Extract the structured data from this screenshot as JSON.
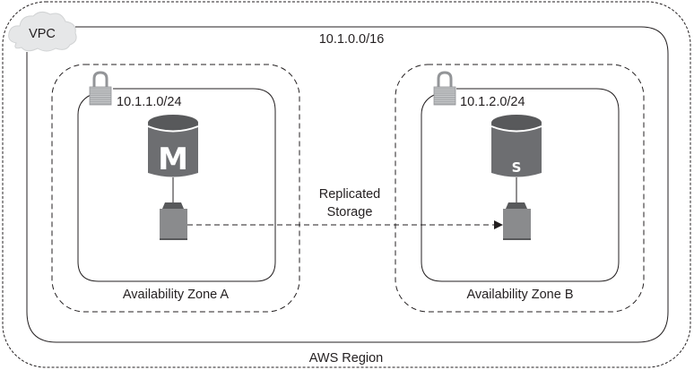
{
  "diagram": {
    "region": {
      "label": "AWS Region"
    },
    "vpc": {
      "badge": "VPC",
      "cidr": "10.1.0.0/16"
    },
    "zones": [
      {
        "label": "Availability Zone A",
        "subnet": {
          "cidr": "10.1.1.0/24",
          "icon": "lock-icon"
        },
        "database": {
          "letter": "M",
          "role": "master",
          "icon": "database-icon"
        },
        "storage": {
          "icon": "storage-volume-icon"
        }
      },
      {
        "label": "Availability Zone B",
        "subnet": {
          "cidr": "10.1.2.0/24",
          "icon": "lock-icon"
        },
        "database": {
          "letter": "S",
          "role": "standby",
          "icon": "database-icon"
        },
        "storage": {
          "icon": "storage-volume-icon"
        }
      }
    ],
    "replication": {
      "line1": "Replicated",
      "line2": "Storage"
    },
    "colors": {
      "line": "#231f20",
      "db_body": "#6d6e71",
      "db_top": "#58595b",
      "storage": "#8a8b8d",
      "lock": "#a7a9ac",
      "cloud": "#e6e7e8"
    }
  }
}
